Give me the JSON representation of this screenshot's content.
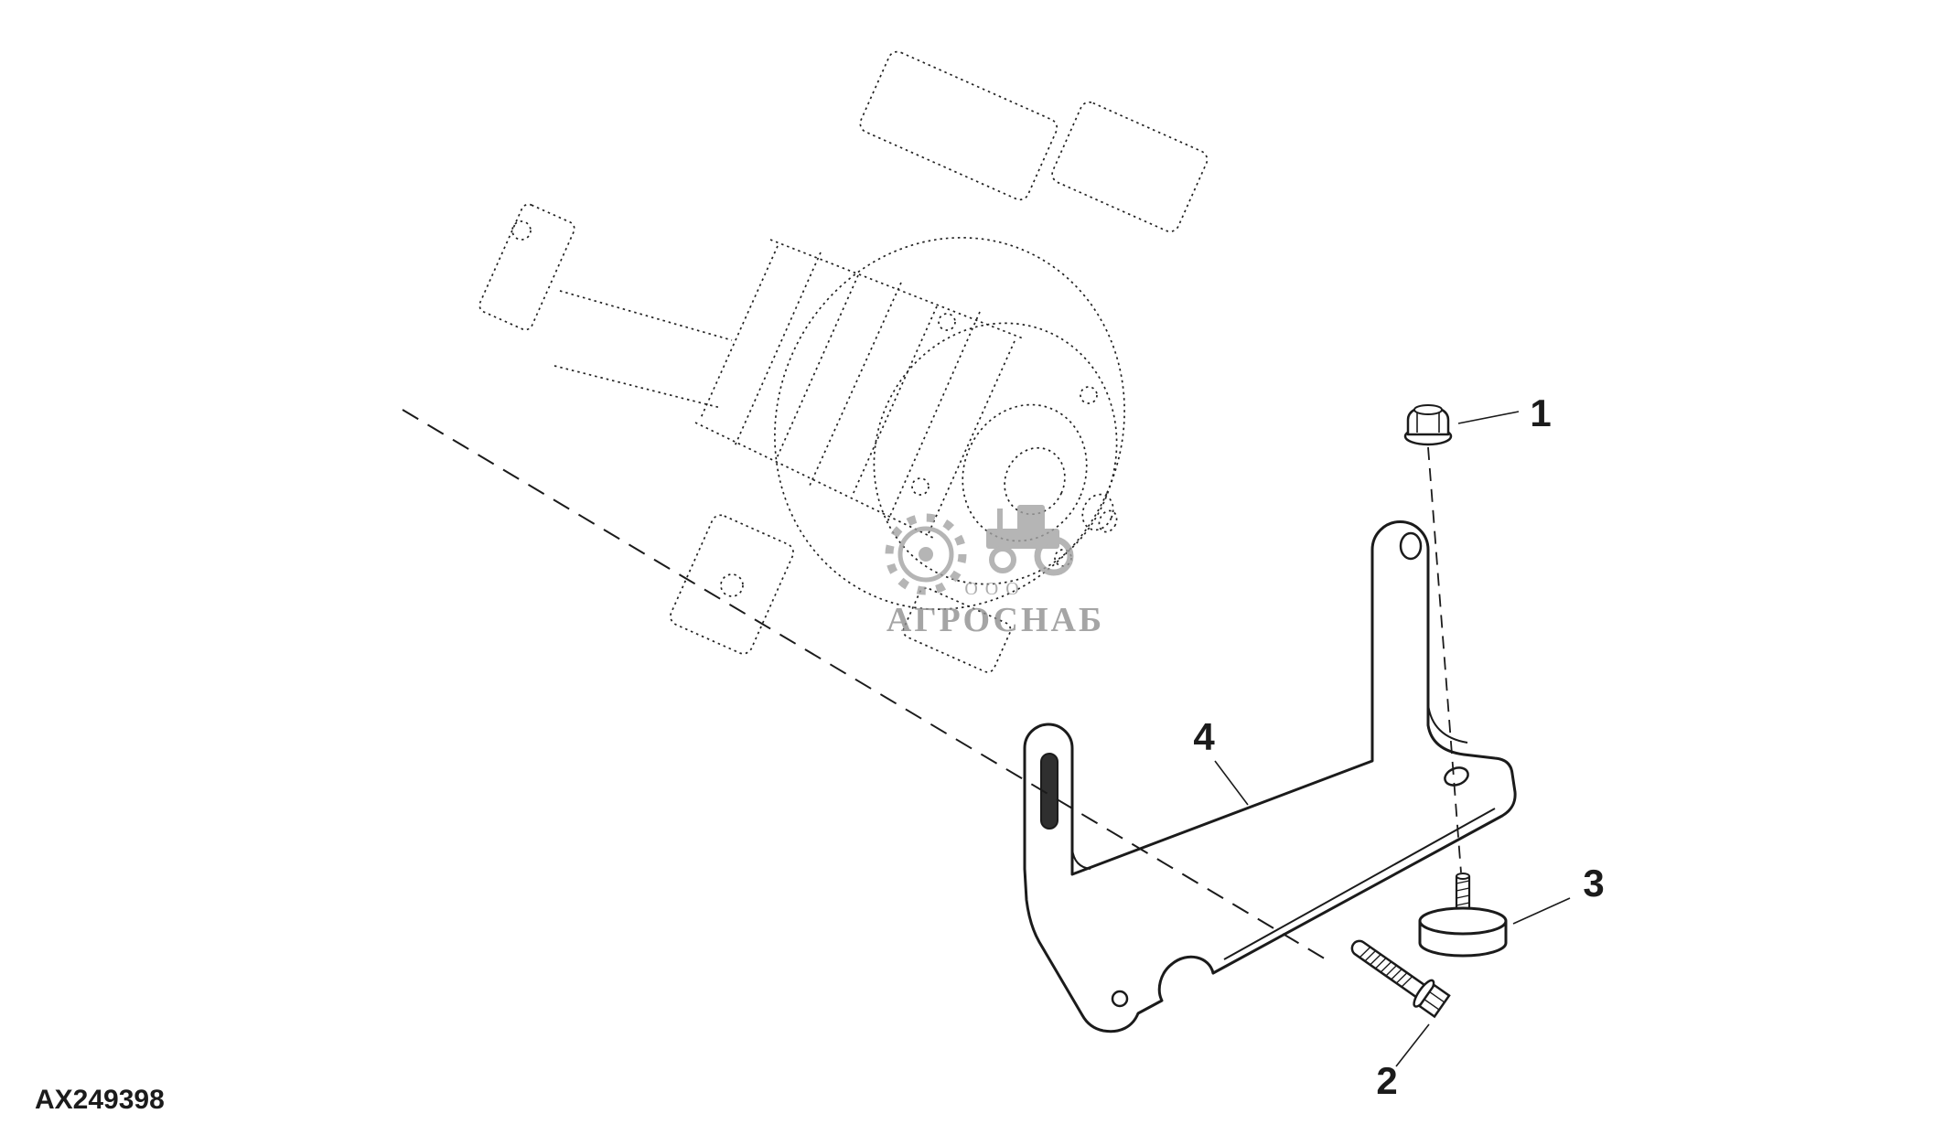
{
  "page": {
    "background": "#ffffff",
    "line_color": "#1b1b1b"
  },
  "figure": {
    "drawing_code": "AX249398",
    "callouts": [
      {
        "label": "1"
      },
      {
        "label": "2"
      },
      {
        "label": "3"
      },
      {
        "label": "4"
      }
    ],
    "watermark": {
      "prefix": "ООО",
      "name": "АГРОСНАБ",
      "color": "#9a9a9a"
    }
  }
}
